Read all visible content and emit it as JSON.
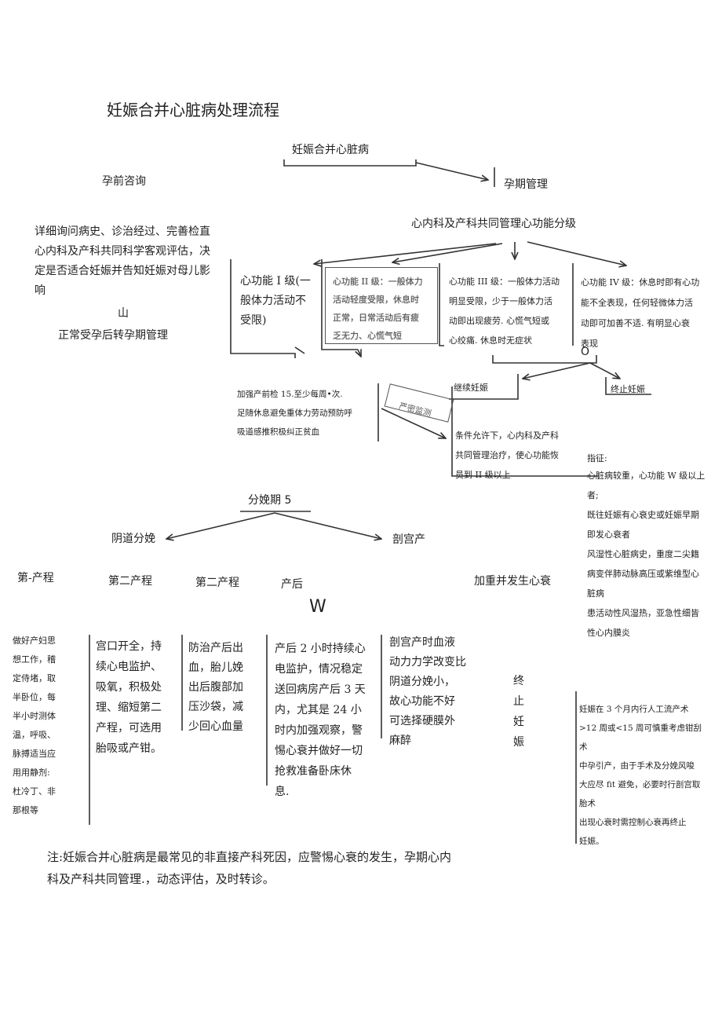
{
  "title": "妊娠合并心脏病处理流程",
  "root": "妊娠合并心脏病",
  "pre_pregnancy": {
    "label": "孕前咨询",
    "text": "详细询问病史、诊治经过、完善检直\n心内科及产科共同科学客观评估，决\n定是否适合妊娠并告知妊娠对母儿影\n响",
    "mark": "山",
    "next": "正常受孕后转孕期管理"
  },
  "pregnancy_mgmt": "孕期管理",
  "grading": "心内科及产科共同管理心功能分级",
  "levels": [
    {
      "text": "心功能 I 级(一\n般体力活动不\n受限)"
    },
    {
      "text": "心功能 II 级：一般体力\n活动轻度受限，休息时\n正常，日常活动后有疲\n乏无力、心慌气短"
    },
    {
      "text": "心功能 III 级：一般体力活动\n明显受限，少于一般体力活\n动即出现疲劳. 心慌气短或\n心绞痛. 休息时无症状"
    },
    {
      "text": "心功能 IV 级：休息时即有心功\n能不全表现，任何轻微体力活\n动即可加善不适. 有明显心衰\n表现"
    }
  ],
  "level4_mark": "O",
  "continue_pregnancy": "继续妊娠",
  "terminate_pregnancy": "终止妊娠",
  "strict_monitor": "严密监测",
  "prenatal_care": "加强产前检 15.至少每周•次.\n足随休息避免重体力劳动预防呼\n吸道感推积极纠正贫血",
  "conditional_treatment": "条件允许下，心内科及产科\n共同管理治疗，使心功能恢\n员到 II 级以上",
  "indications": {
    "title": "指征:",
    "text": "心脏病较重，心功能 W 级以上\n者;\n既往妊娠有心衰史或妊娠早期\n即发心衰者\n风湿性心脏病史，重度二尖籍\n病变伴肺动脉高压或紫维型心\n脏病\n患活动性风湿热，亚急性细皆\n性心内膜炎"
  },
  "delivery": {
    "label": "分娩期 5",
    "vaginal": "阴道分娩",
    "cesarean": "剖宫产"
  },
  "stages": {
    "first": "第-产程",
    "second": "第二产程",
    "third": "第二产程",
    "postpartum": "产后",
    "heart_failure": "加重并发生心衰",
    "w_mark": "W"
  },
  "details": {
    "first": "做好产妇思\n想工作，稽\n定侍堵，取\n半卧位，每\n半小时测体\n温，呼吸、\n脉搏适当应\n用用静剂:\n杜冷丁、非\n那根等",
    "second": "宫口开全，持\n续心电监护、\n吸氧，积极处\n理、缩短第二\n产程，可选用\n胎吸或产钳。",
    "third": "防治产后出\n血，胎儿娩\n出后腹部加\n压沙袋，减\n少回心血量",
    "postpartum": "产后 2 小时持续心\n电监护，情况稳定\n送回病房产后 3 天\n内，尤其是 24 小\n时内加强观察，警\n惕心衰并做好一切\n抢救准备卧床休\n息.",
    "cesarean": "剖宫产时血液\n动力力学改变比\n阴道分娩小，\n故心功能不好\n可选择硬膜外\n麻醉",
    "terminate": "终\n止\n妊\n娠"
  },
  "early_termination": "妊娠在 3 个月内行人工流产术\n>12 周或<15 周可慎重考虑钳刮\n术\n中孕引产，由于手术及分娩风唆\n大应尽 fit 避免，必要时行剖宫取\n胎术\n出现心衰时需控制心衰再终止\n妊娠。",
  "note": "注:妊娠合并心脏病是最常见的非直接产科死因，应警惕心衰的发生，孕期心内\n科及产科共同管理.，动态评估，及时转诊。"
}
